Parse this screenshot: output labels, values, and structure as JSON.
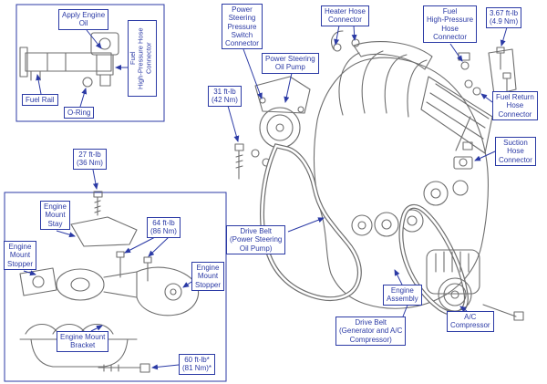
{
  "colors": {
    "accent": "#2b3aa5",
    "line_art": "#6e6e6e",
    "background": "#ffffff"
  },
  "labels": {
    "apply_engine_oil": "Apply Engine\nOil",
    "fuel_hp_hose_connector_left": "Fuel\nHigh-Pressure Hose\nConnector",
    "fuel_rail": "Fuel Rail",
    "o_ring": "O-Ring",
    "ps_pressure_switch_connector": "Power\nSteering\nPressure\nSwitch\nConnector",
    "ps_oil_pump": "Power Steering\nOil Pump",
    "heater_hose_connector": "Heater Hose\nConnector",
    "fuel_hp_hose_connector_right": "Fuel\nHigh-Pressure\nHose\nConnector",
    "torque_3_67": "3.67 ft-lb\n(4.9 Nm)",
    "torque_31": "31 ft-lb\n(42 Nm)",
    "fuel_return_hose_connector": "Fuel Return\nHose\nConnector",
    "suction_hose_connector": "Suction\nHose\nConnector",
    "torque_27": "27 ft-lb\n(36 Nm)",
    "engine_mount_stay": "Engine\nMount\nStay",
    "torque_64": "64 ft-lb\n(86 Nm)",
    "engine_mount_stopper_left": "Engine\nMount\nStopper",
    "engine_mount_stopper_right": "Engine\nMount\nStopper",
    "drive_belt_ps": "Drive Belt\n(Power Steering\nOil Pump)",
    "engine_assembly": "Engine\nAssembly",
    "drive_belt_gen_ac": "Drive Belt\n(Generator and A/C\nCompressor)",
    "ac_compressor": "A/C\nCompressor",
    "engine_mount_bracket": "Engine Mount\nBracket",
    "torque_60": "60 ft-lb*\n(81 Nm)*"
  }
}
